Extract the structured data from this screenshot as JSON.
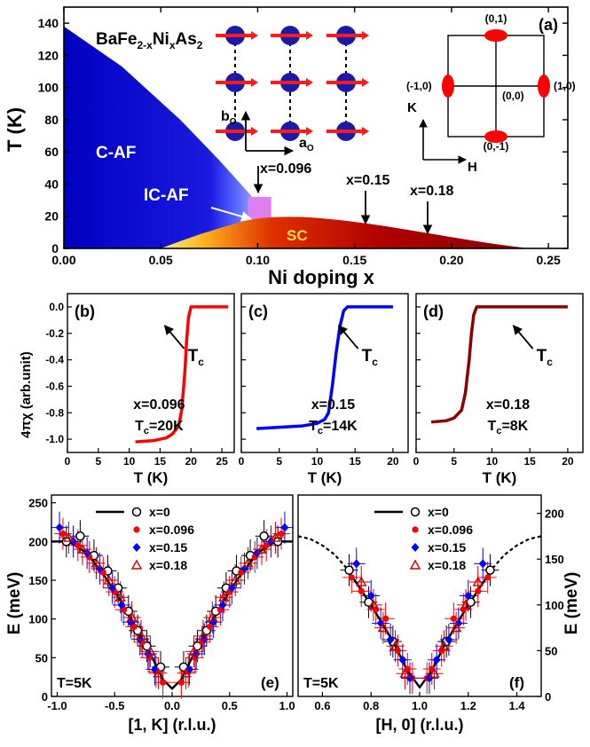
{
  "colors": {
    "caf": "#0000d0",
    "icaf": "#e080f0",
    "sc_dark": "#b00000",
    "sc_light": "#ffe060",
    "red": "#ff0000",
    "blue": "#0000ff",
    "darkred": "#8b0000",
    "lattice_ball": "#1a1aa8",
    "spin": "#ff1a1a"
  },
  "chart_data": [
    {
      "id": "a",
      "type": "area",
      "panel_label": "(a)",
      "title": "BaFe2-xNixAs2",
      "title_parts": {
        "base1": "BaFe",
        "sub1": "2-x",
        "base2": "Ni",
        "sub2": "x",
        "base3": "As",
        "sub3": "2"
      },
      "xlabel": "Ni doping x",
      "ylabel": "T (K)",
      "xlim": [
        0,
        0.26
      ],
      "ylim": [
        0,
        150
      ],
      "xticks": [
        0.0,
        0.05,
        0.1,
        0.15,
        0.2,
        0.25
      ],
      "xtick_labels": [
        "0.00",
        "0.05",
        "0.10",
        "0.15",
        "0.20",
        "0.25"
      ],
      "yticks": [
        0,
        20,
        40,
        60,
        80,
        100,
        120,
        140
      ],
      "regions": [
        {
          "name": "C-AF",
          "boundary": [
            [
              0,
              138
            ],
            [
              0.03,
              113
            ],
            [
              0.06,
              80
            ],
            [
              0.08,
              55
            ],
            [
              0.095,
              35
            ],
            [
              0.104,
              22
            ],
            [
              0.105,
              0
            ]
          ]
        },
        {
          "name": "IC-AF",
          "x_range": [
            0.095,
            0.107
          ],
          "t_range": [
            15,
            32
          ]
        },
        {
          "name": "SC",
          "dome": [
            [
              0.05,
              0
            ],
            [
              0.07,
              9
            ],
            [
              0.09,
              16
            ],
            [
              0.1,
              19
            ],
            [
              0.12,
              20
            ],
            [
              0.14,
              18
            ],
            [
              0.16,
              15
            ],
            [
              0.18,
              11
            ],
            [
              0.2,
              7
            ],
            [
              0.22,
              3
            ],
            [
              0.24,
              0
            ]
          ]
        }
      ],
      "annotations": [
        {
          "text": "x=0.096",
          "x": 0.096
        },
        {
          "text": "x=0.15",
          "x": 0.15
        },
        {
          "text": "x=0.18",
          "x": 0.18
        }
      ],
      "inset_lattice": {
        "axis_a": "a",
        "axis_a_sub": "O",
        "axis_b": "b",
        "axis_b_sub": "O"
      },
      "inset_bz": {
        "points": [
          "(0,1)",
          "(-1,0)",
          "(0,0)",
          "(1,0)",
          "(0,-1)"
        ],
        "axis_h": "H",
        "axis_k": "K"
      }
    },
    {
      "id": "b",
      "type": "line",
      "panel_label": "(b)",
      "ylabel": "4πχ (arb.unit)",
      "xlabel": "T (K)",
      "xlim": [
        0,
        27
      ],
      "ylim": [
        -1.1,
        0.1
      ],
      "xticks": [
        0,
        5,
        10,
        15,
        20,
        25
      ],
      "yticks": [
        0.0,
        -0.2,
        -0.4,
        -0.6,
        -0.8,
        -1.0
      ],
      "ytick_labels": [
        "0.0",
        "-0.2",
        "-0.4",
        "-0.6",
        "-0.8",
        "-1.0"
      ],
      "series": [
        {
          "color": "#ff0000",
          "x": [
            11,
            14,
            16,
            17,
            18,
            18.5,
            19,
            19.3,
            19.6,
            20,
            21,
            23,
            26
          ],
          "y": [
            -1.02,
            -1.01,
            -0.99,
            -0.96,
            -0.9,
            -0.78,
            -0.5,
            -0.25,
            -0.08,
            0.0,
            0.0,
            0.0,
            0.0
          ]
        }
      ],
      "annotation": "T",
      "annotation_sub": "c",
      "note1": "x=0.096",
      "note2_base": "T",
      "note2_sub": "c",
      "note2_rest": "=20K"
    },
    {
      "id": "c",
      "type": "line",
      "panel_label": "(c)",
      "xlabel": "T (K)",
      "xlim": [
        0,
        22
      ],
      "ylim": [
        -1.1,
        0.1
      ],
      "xticks": [
        0,
        5,
        10,
        15,
        20
      ],
      "series": [
        {
          "color": "#0000ff",
          "x": [
            2,
            5,
            8,
            10,
            11,
            11.5,
            12,
            12.5,
            13,
            13.5,
            14,
            16,
            20
          ],
          "y": [
            -0.92,
            -0.91,
            -0.9,
            -0.88,
            -0.85,
            -0.8,
            -0.6,
            -0.35,
            -0.15,
            -0.03,
            0.0,
            0.0,
            0.0
          ]
        }
      ],
      "annotation": "T",
      "annotation_sub": "c",
      "note1": "x=0.15",
      "note2_base": "T",
      "note2_sub": "c",
      "note2_rest": "=14K"
    },
    {
      "id": "d",
      "type": "line",
      "panel_label": "(d)",
      "xlabel": "T (K)",
      "xlim": [
        0,
        22
      ],
      "ylim": [
        -1.1,
        0.1
      ],
      "xticks": [
        0,
        5,
        10,
        15,
        20
      ],
      "series": [
        {
          "color": "#8b0000",
          "x": [
            2,
            4,
            5,
            6,
            6.5,
            7,
            7.3,
            7.6,
            8,
            9,
            12,
            16,
            20
          ],
          "y": [
            -0.87,
            -0.86,
            -0.84,
            -0.78,
            -0.65,
            -0.4,
            -0.2,
            -0.06,
            0.0,
            0.0,
            0.0,
            0.0,
            0.0
          ]
        }
      ],
      "annotation": "T",
      "annotation_sub": "c",
      "note1": "x=0.18",
      "note2_base": "T",
      "note2_sub": "c",
      "note2_rest": "=8K"
    },
    {
      "id": "e",
      "type": "scatter",
      "panel_label": "(e)",
      "xlabel": "[1, K] (r.l.u.)",
      "ylabel": "E (meV)",
      "xlim": [
        -1.05,
        1.05
      ],
      "ylim": [
        0,
        260
      ],
      "xticks": [
        -1.0,
        -0.5,
        0.0,
        0.5,
        1.0
      ],
      "xtick_labels": [
        "-1.0",
        "-0.5",
        "0.0",
        "0.5",
        "1.0"
      ],
      "yticks": [
        0,
        50,
        100,
        150,
        200,
        250
      ],
      "note": "T=5K",
      "legend": [
        "x=0",
        "x=0.096",
        "x=0.15",
        "x=0.18"
      ],
      "model_line": {
        "x": [
          -1.05,
          -0.9,
          -0.75,
          -0.6,
          -0.45,
          -0.3,
          -0.18,
          -0.08,
          0,
          0.08,
          0.18,
          0.3,
          0.45,
          0.6,
          0.75,
          0.9,
          1.05
        ],
        "y": [
          200,
          200,
          186,
          158,
          124,
          86,
          52,
          22,
          10,
          22,
          52,
          86,
          124,
          158,
          186,
          200,
          200
        ]
      },
      "series": [
        {
          "marker": "circle",
          "color": "#000000",
          "x": [
            -0.92,
            -0.8,
            -0.68,
            -0.56,
            -0.47,
            -0.38,
            -0.3,
            -0.22,
            -0.1,
            0.1,
            0.22,
            0.3,
            0.38,
            0.47,
            0.56,
            0.68,
            0.8,
            0.92
          ],
          "y": [
            200,
            207,
            182,
            162,
            140,
            110,
            85,
            65,
            38,
            38,
            65,
            85,
            110,
            140,
            162,
            182,
            207,
            200
          ]
        },
        {
          "marker": "dot",
          "color": "#ff0000",
          "x": [
            -0.95,
            -0.82,
            -0.72,
            -0.6,
            -0.5,
            -0.42,
            -0.33,
            -0.26,
            -0.2,
            -0.14,
            -0.08,
            0.08,
            0.14,
            0.2,
            0.26,
            0.33,
            0.42,
            0.5,
            0.6,
            0.72,
            0.82,
            0.95
          ],
          "y": [
            210,
            195,
            180,
            160,
            135,
            112,
            90,
            70,
            50,
            32,
            18,
            18,
            32,
            50,
            70,
            90,
            112,
            135,
            160,
            180,
            195,
            210
          ]
        },
        {
          "marker": "diamond",
          "color": "#0000ff",
          "x": [
            -0.98,
            -0.86,
            -0.74,
            -0.63,
            -0.52,
            -0.44,
            -0.36,
            -0.28,
            -0.21,
            -0.15,
            0.15,
            0.21,
            0.28,
            0.36,
            0.44,
            0.52,
            0.63,
            0.74,
            0.86,
            0.98
          ],
          "y": [
            218,
            200,
            185,
            165,
            140,
            118,
            96,
            74,
            55,
            35,
            35,
            55,
            74,
            96,
            118,
            140,
            165,
            185,
            200,
            218
          ]
        },
        {
          "marker": "triangle",
          "color": "#cc0000",
          "x": [
            -0.9,
            -0.78,
            -0.66,
            -0.55,
            -0.45,
            -0.35,
            -0.27,
            -0.19,
            -0.12,
            0.12,
            0.19,
            0.27,
            0.35,
            0.45,
            0.55,
            0.66,
            0.78,
            0.9
          ],
          "y": [
            205,
            190,
            172,
            150,
            128,
            102,
            78,
            58,
            30,
            30,
            58,
            78,
            102,
            128,
            150,
            172,
            190,
            205
          ]
        }
      ]
    },
    {
      "id": "f",
      "type": "scatter",
      "panel_label": "(f)",
      "xlabel": "[H, 0] (r.l.u.)",
      "ylabel": "E (meV)",
      "xlim": [
        0.5,
        1.5
      ],
      "ylim": [
        0,
        220
      ],
      "xticks": [
        0.6,
        0.8,
        1.0,
        1.2,
        1.4
      ],
      "xtick_labels": [
        "0.6",
        "0.8",
        "1.0",
        "1.2",
        "1.4"
      ],
      "yticks": [
        0,
        50,
        100,
        150,
        200
      ],
      "note": "T=5K",
      "legend": [
        "x=0",
        "x=0.096",
        "x=0.15",
        "x=0.18"
      ],
      "model_line": {
        "x": [
          0.7,
          0.75,
          0.8,
          0.85,
          0.9,
          0.95,
          1.0,
          1.05,
          1.1,
          1.15,
          1.2,
          1.25,
          1.3
        ],
        "y": [
          140,
          120,
          100,
          78,
          55,
          28,
          10,
          28,
          55,
          78,
          100,
          120,
          140
        ]
      },
      "model_dash": {
        "x": [
          0.5,
          0.55,
          0.6,
          0.65,
          0.7,
          1.3,
          1.35,
          1.4,
          1.45,
          1.5
        ],
        "y": [
          175,
          172,
          165,
          155,
          140,
          140,
          155,
          165,
          172,
          175
        ]
      },
      "series": [
        {
          "marker": "circle",
          "color": "#000000",
          "x": [
            0.71,
            0.79,
            0.89,
            1.11,
            1.21,
            1.29
          ],
          "y": [
            138,
            103,
            60,
            60,
            103,
            138
          ]
        },
        {
          "marker": "dot",
          "color": "#ff0000",
          "x": [
            0.72,
            0.76,
            0.82,
            0.86,
            0.91,
            0.95,
            0.97,
            1.03,
            1.05,
            1.09,
            1.14,
            1.18,
            1.24,
            1.28
          ],
          "y": [
            130,
            115,
            95,
            85,
            50,
            30,
            20,
            20,
            30,
            50,
            85,
            95,
            115,
            130
          ]
        },
        {
          "marker": "diamond",
          "color": "#0000ff",
          "x": [
            0.74,
            0.8,
            0.84,
            0.88,
            0.93,
            0.96,
            1.04,
            1.07,
            1.12,
            1.16,
            1.2,
            1.26
          ],
          "y": [
            145,
            110,
            80,
            62,
            40,
            20,
            20,
            40,
            62,
            80,
            110,
            145
          ]
        },
        {
          "marker": "triangle",
          "color": "#cc0000",
          "x": [
            0.76,
            0.81,
            0.85,
            0.9,
            0.94,
            1.06,
            1.1,
            1.15,
            1.19,
            1.24
          ],
          "y": [
            125,
            100,
            75,
            55,
            25,
            25,
            55,
            75,
            100,
            125
          ]
        }
      ]
    }
  ]
}
